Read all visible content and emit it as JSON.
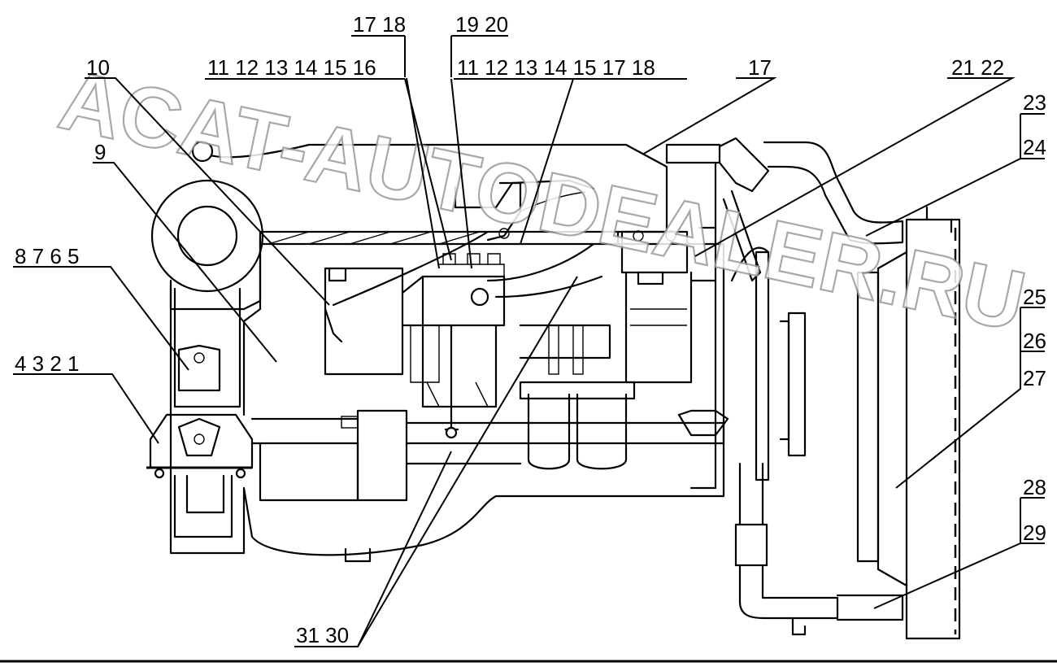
{
  "diagram": {
    "watermark": "ACAT-AUTODEALER.RU",
    "callouts": [
      {
        "id": "c-17-18-top",
        "text": "17 18"
      },
      {
        "id": "c-19-20",
        "text": "19 20"
      },
      {
        "id": "c-11-16",
        "text": "11 12 13 14 15 16"
      },
      {
        "id": "c-11-18",
        "text": "11 12 13 14 15 17 18"
      },
      {
        "id": "c-10",
        "text": "10"
      },
      {
        "id": "c-17",
        "text": "17"
      },
      {
        "id": "c-21-22",
        "text": "21 22"
      },
      {
        "id": "c-23",
        "text": "23"
      },
      {
        "id": "c-24",
        "text": "24"
      },
      {
        "id": "c-9",
        "text": "9"
      },
      {
        "id": "c-8-5",
        "text": "8 7 6 5"
      },
      {
        "id": "c-4-1",
        "text": "4 3 2 1"
      },
      {
        "id": "c-25",
        "text": "25"
      },
      {
        "id": "c-26",
        "text": "26"
      },
      {
        "id": "c-27",
        "text": "27"
      },
      {
        "id": "c-28",
        "text": "28"
      },
      {
        "id": "c-29",
        "text": "29"
      },
      {
        "id": "c-31-30",
        "text": "31 30"
      }
    ]
  }
}
